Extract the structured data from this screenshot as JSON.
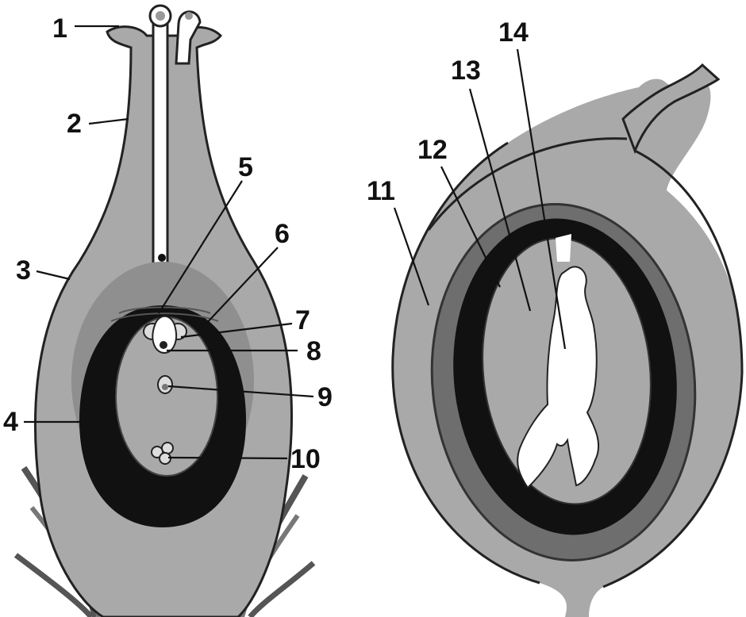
{
  "labels": {
    "l1": "1",
    "l2": "2",
    "l3": "3",
    "l4": "4",
    "l5": "5",
    "l6": "6",
    "l7": "7",
    "l8": "8",
    "l9": "9",
    "l10": "10",
    "l11": "11",
    "l12": "12",
    "l13": "13",
    "l14": "14"
  },
  "colors": {
    "tissue": "#a9a9a9",
    "tissue_light": "#b4b4b4",
    "dark_layer": "#111111",
    "mid_layer": "#6e6e6e",
    "white": "#ffffff",
    "outline": "#222222"
  }
}
